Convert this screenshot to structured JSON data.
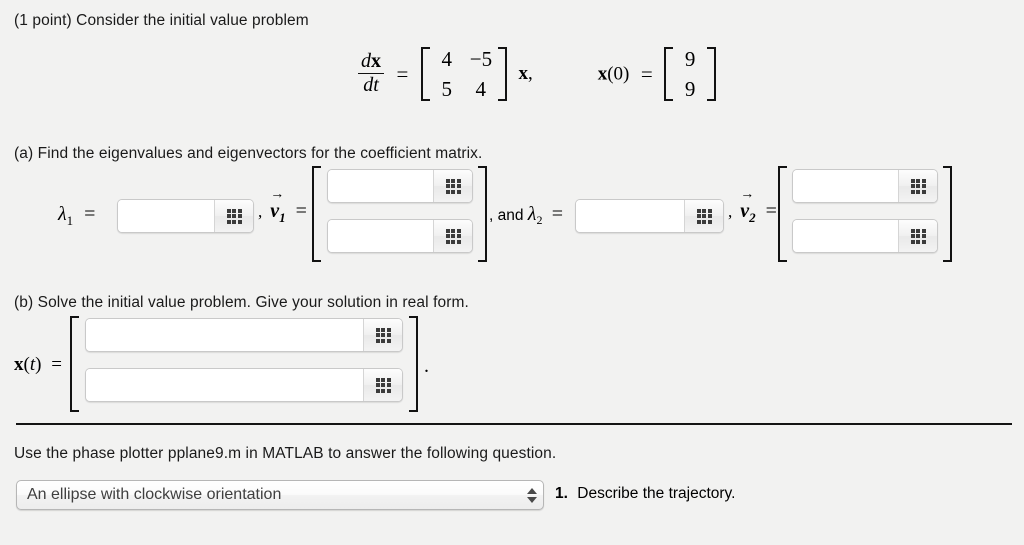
{
  "problem": {
    "points_label": "(1 point) Consider the initial value problem",
    "system": {
      "lhs_numerator": "dx",
      "lhs_denominator": "dt",
      "equals": "=",
      "matrix": [
        [
          "4",
          "−5"
        ],
        [
          "5",
          "4"
        ]
      ],
      "state_symbol": "x",
      "comma": ",",
      "initial_condition_label": "x(0)",
      "initial_condition_equals": "=",
      "initial_condition_vector": [
        "9",
        "9"
      ]
    }
  },
  "part_a": {
    "instruction": "(a) Find the eigenvalues and eigenvectors for the coefficient matrix.",
    "lambda1_label": "λ₁",
    "equals": "=",
    "comma": ",",
    "v1_label": "v⃗1",
    "and_lambda2_label": ", and λ₂",
    "v2_label": "v⃗2",
    "inputs": {
      "lambda1": {
        "value": "",
        "placeholder": ""
      },
      "v1_top": {
        "value": "",
        "placeholder": ""
      },
      "v1_bottom": {
        "value": "",
        "placeholder": ""
      },
      "lambda2": {
        "value": "",
        "placeholder": ""
      },
      "v2_top": {
        "value": "",
        "placeholder": ""
      },
      "v2_bottom": {
        "value": "",
        "placeholder": ""
      }
    },
    "grid_icon_name": "grid-keypad-icon"
  },
  "part_b": {
    "instruction": "(b) Solve the initial value problem. Give your solution in real form.",
    "xt_label": "x(t)",
    "equals": "=",
    "trailing_period": ".",
    "inputs": {
      "xt_top": {
        "value": "",
        "placeholder": ""
      },
      "xt_bottom": {
        "value": "",
        "placeholder": ""
      }
    }
  },
  "part_c": {
    "instruction": "Use the phase plotter pplane9.m in MATLAB to answer the following question.",
    "dropdown": {
      "selected": "An ellipse with clockwise orientation",
      "options": [
        "An ellipse with clockwise orientation"
      ]
    },
    "question_number": "1.",
    "question_text": "Describe the trajectory."
  },
  "colors": {
    "page_background": "#f2f2f1",
    "text": "#1a1a1a",
    "field_border": "#c9c9c9",
    "bracket": "#121212",
    "dropdown_text": "#3f3f3f"
  }
}
